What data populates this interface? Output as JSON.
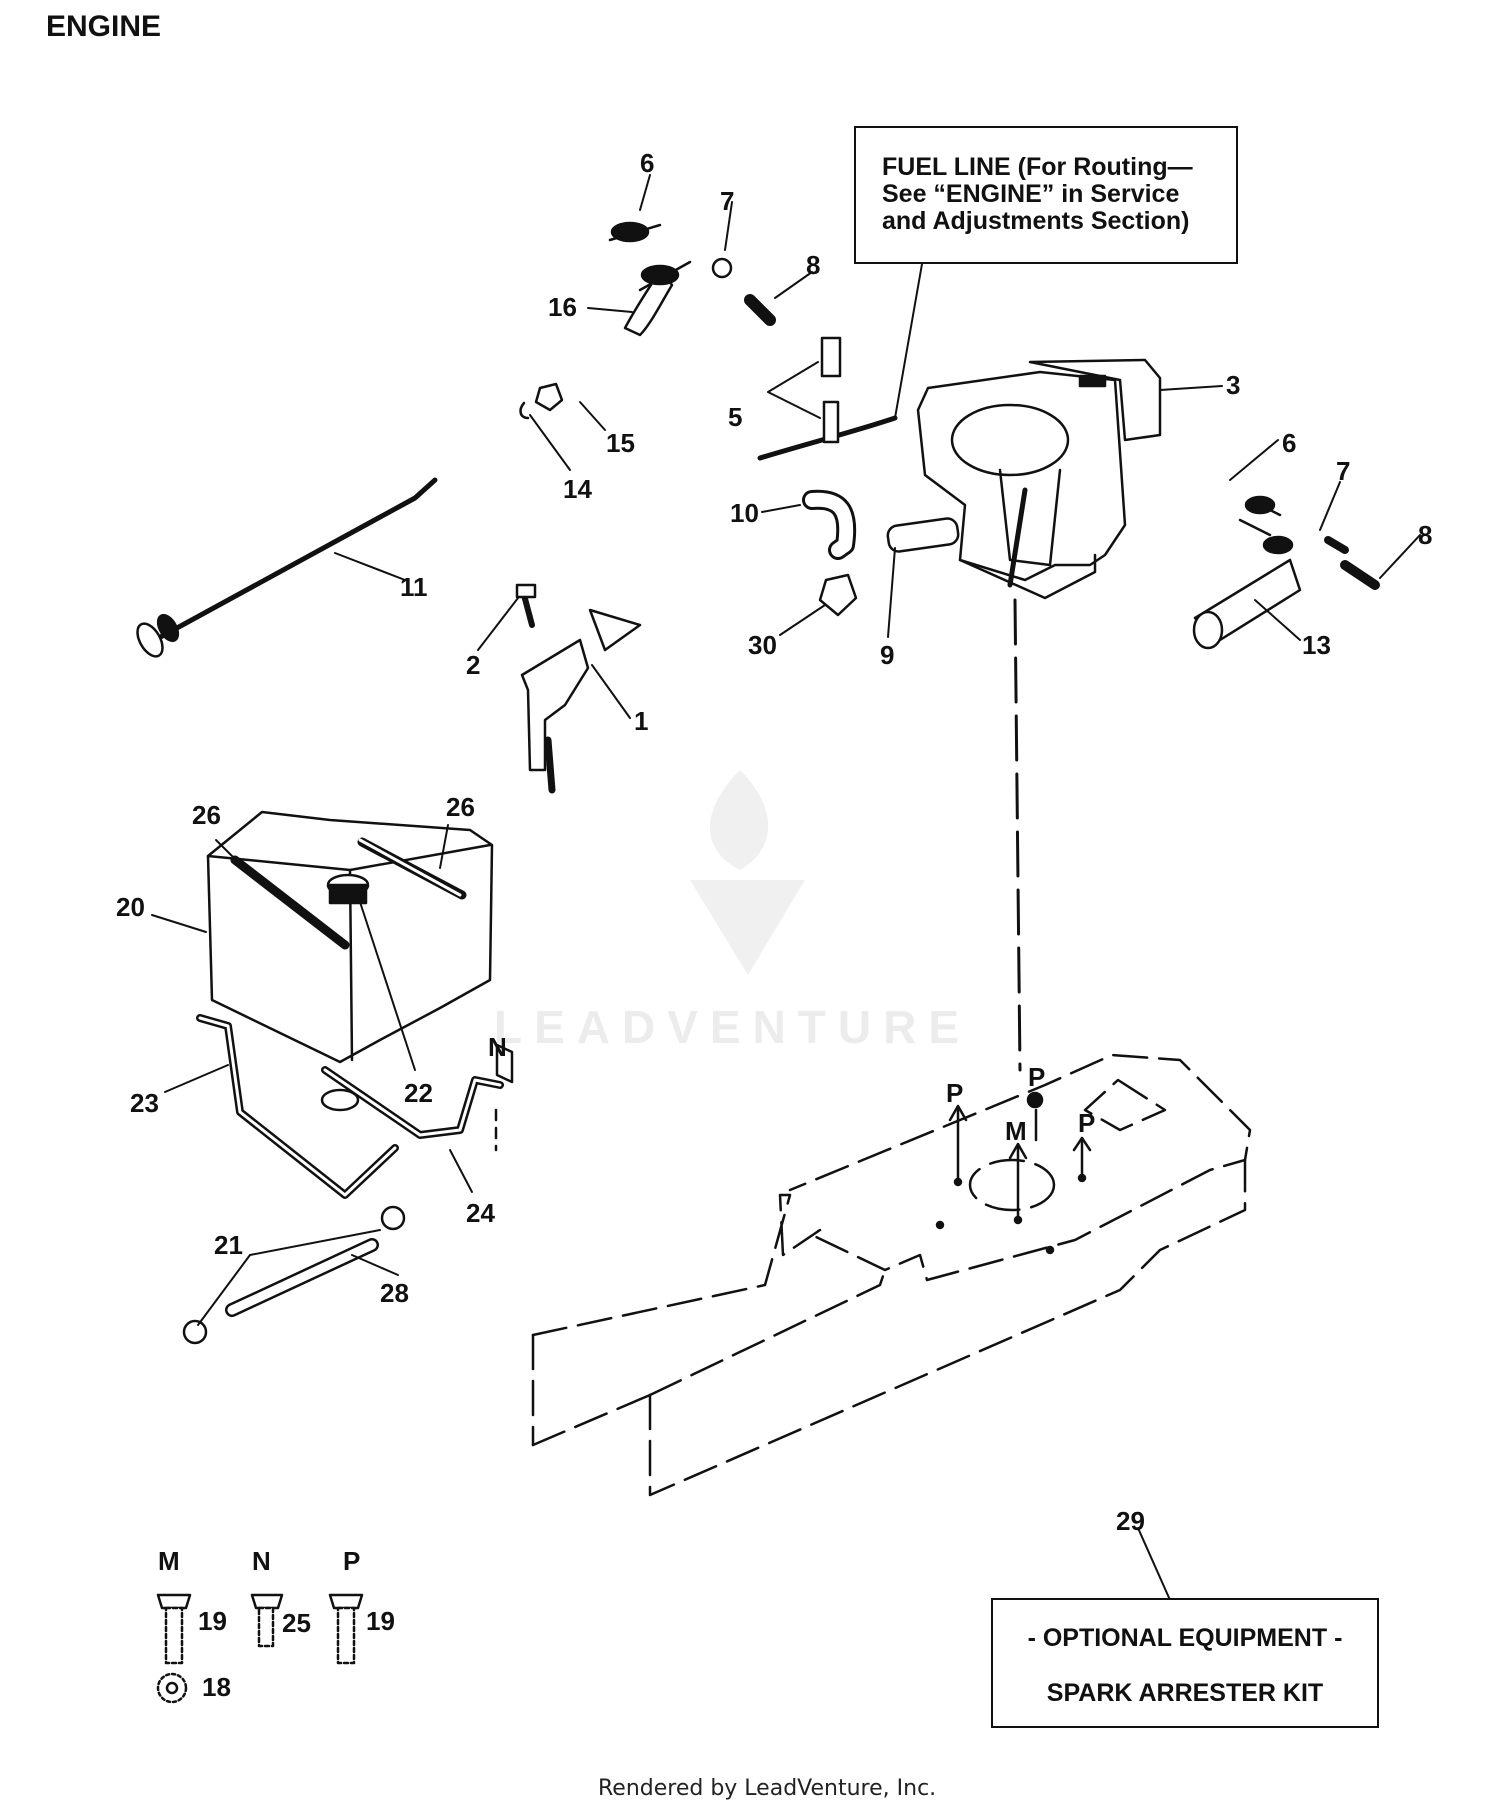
{
  "title": "ENGINE",
  "fuel_line_note": {
    "line1": "FUEL LINE (For Routing—",
    "line2": "See “ENGINE” in Service",
    "line3": "and Adjustments Section)"
  },
  "optional_box": {
    "line1": "- OPTIONAL EQUIPMENT -",
    "line2": "SPARK ARRESTER KIT"
  },
  "watermark": "LEADVENTURE",
  "footer": "Rendered by LeadVenture, Inc.",
  "callouts": {
    "c6a": "6",
    "c7a": "7",
    "c8a": "8",
    "c16": "16",
    "c3": "3",
    "c5": "5",
    "c15": "15",
    "c14": "14",
    "c6b": "6",
    "c7b": "7",
    "c8b": "8",
    "c10": "10",
    "c9": "9",
    "c30": "30",
    "c13": "13",
    "c11": "11",
    "c2": "2",
    "c1": "1",
    "c26a": "26",
    "c26b": "26",
    "c20": "20",
    "c22": "22",
    "c23": "23",
    "c24": "24",
    "c21": "21",
    "c28": "28",
    "c29": "29",
    "cN": "N",
    "cP1": "P",
    "cP2": "P",
    "cP3": "P",
    "cM": "M"
  },
  "hardware_legend": [
    {
      "letter": "M",
      "part": "19"
    },
    {
      "letter": "N",
      "part": "25"
    },
    {
      "letter": "P",
      "part": "19"
    }
  ],
  "washer_part": "18"
}
